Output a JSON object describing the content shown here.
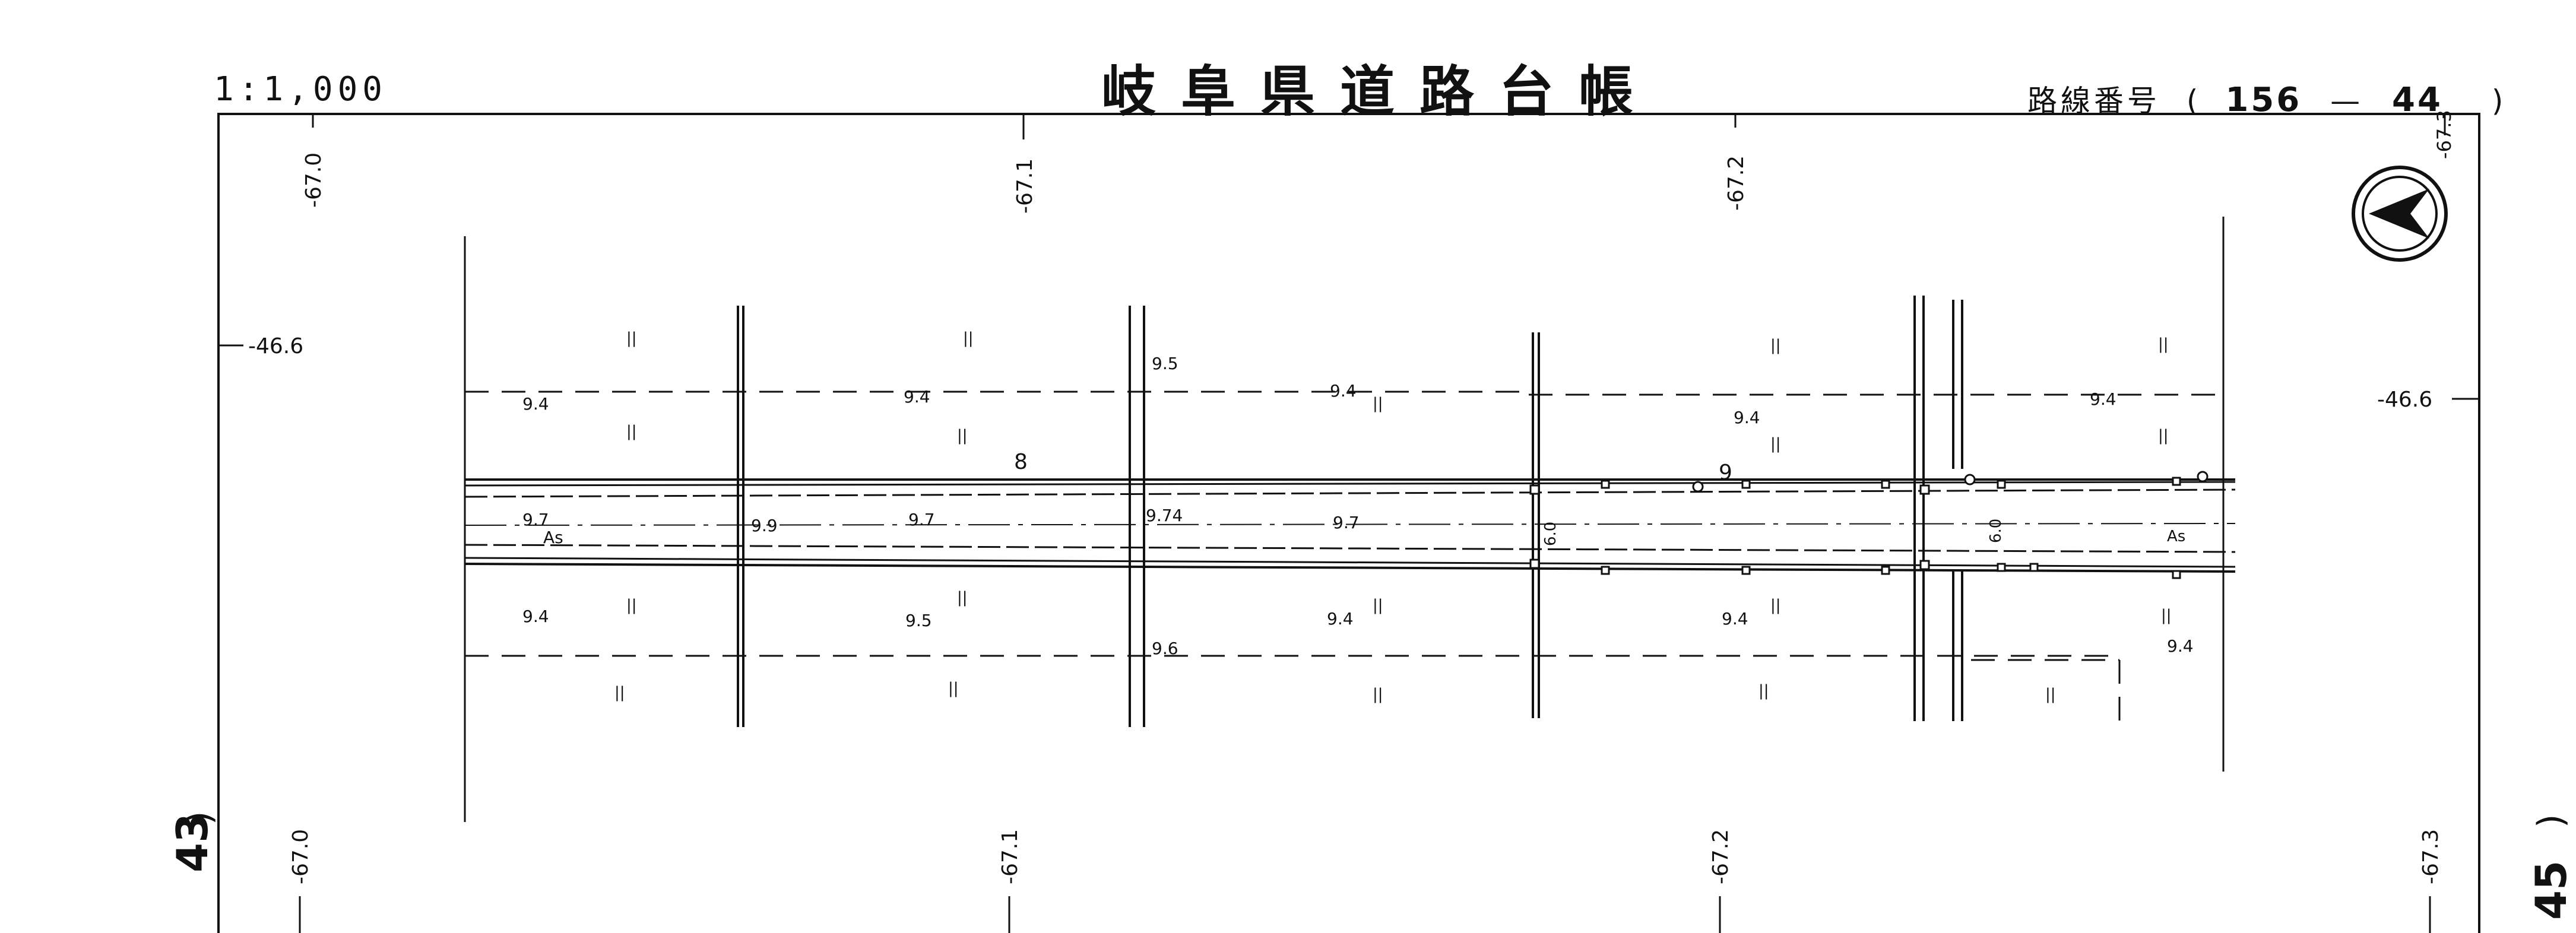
{
  "header": {
    "title": "岐阜県道路台帳",
    "scale": "1:1,000",
    "route_label": "路線番号",
    "route_open": "(",
    "route_number": "156",
    "route_dash": "—",
    "route_sheet": "44",
    "route_close": ")"
  },
  "sheet_links": {
    "left_number": "43",
    "right_number": "45",
    "left_paren": ")",
    "right_paren": ")"
  },
  "grid_labels": {
    "top": [
      "-67.0",
      "-67.1",
      "-67.2",
      "-67.3"
    ],
    "bottom": [
      "-67.0",
      "-67.1",
      "-67.2",
      "-67.3"
    ],
    "left": "-46.6",
    "right": "-46.6"
  },
  "map_annotations": {
    "elevations": [
      "9.4",
      "9.4",
      "9.5",
      "9.4",
      "9.4",
      "9.4",
      "9.7",
      "9.9",
      "9.7",
      "9.74",
      "9.7",
      "9.4",
      "9.5",
      "9.6",
      "9.4",
      "9.4",
      "9.4"
    ],
    "point_numbers": [
      "8",
      "9"
    ],
    "surface": [
      "As",
      "As"
    ],
    "widths": [
      "6.0",
      "6.0"
    ],
    "field_mark": "||"
  },
  "north_symbol": "north-arrow-icon"
}
